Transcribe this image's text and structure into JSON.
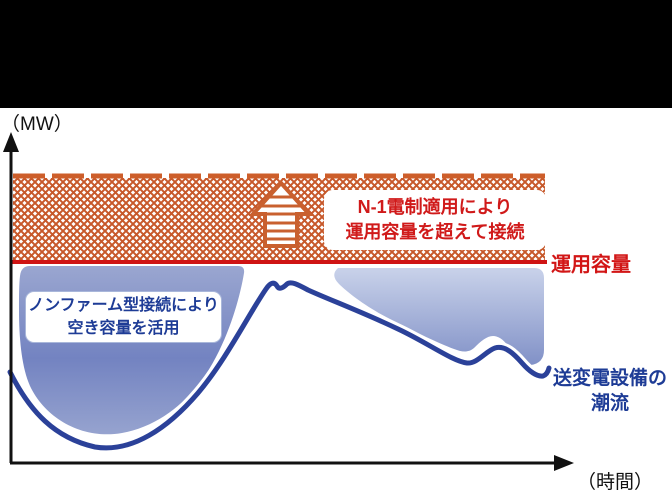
{
  "axes": {
    "y_label": "（MW）",
    "x_label": "（時間）"
  },
  "labels": {
    "capacity_line": "運用容量",
    "flow_line1": "送変電設備の",
    "flow_line2": "潮流"
  },
  "callouts": {
    "n1": {
      "line1": "N-1電制適用により",
      "line2": "運用容量を超えて接続"
    },
    "nonfirm": {
      "line1": "ノンファーム型接続により",
      "line2": "空き容量を活用"
    }
  },
  "colors": {
    "hatch_orange": "#c7582a",
    "dashed_line_orange": "#cd5e2a",
    "capacity_line_red": "#cf1414",
    "red_text": "#d01a1a",
    "blue_text": "#1e3c96",
    "curve_blue": "#2b4199",
    "curve_casing_white": "#ffffff",
    "arrow_orange": "#c9602f",
    "blob_left_top": "#9aa6d0",
    "blob_left_mid": "#7383c1",
    "blob_left_bottom": "#96a3cf",
    "blob_right_top": "#c9d2ea",
    "blob_right_bottom": "#8191c7",
    "axis_black": "#111111",
    "top_bar_black": "#000000"
  }
}
